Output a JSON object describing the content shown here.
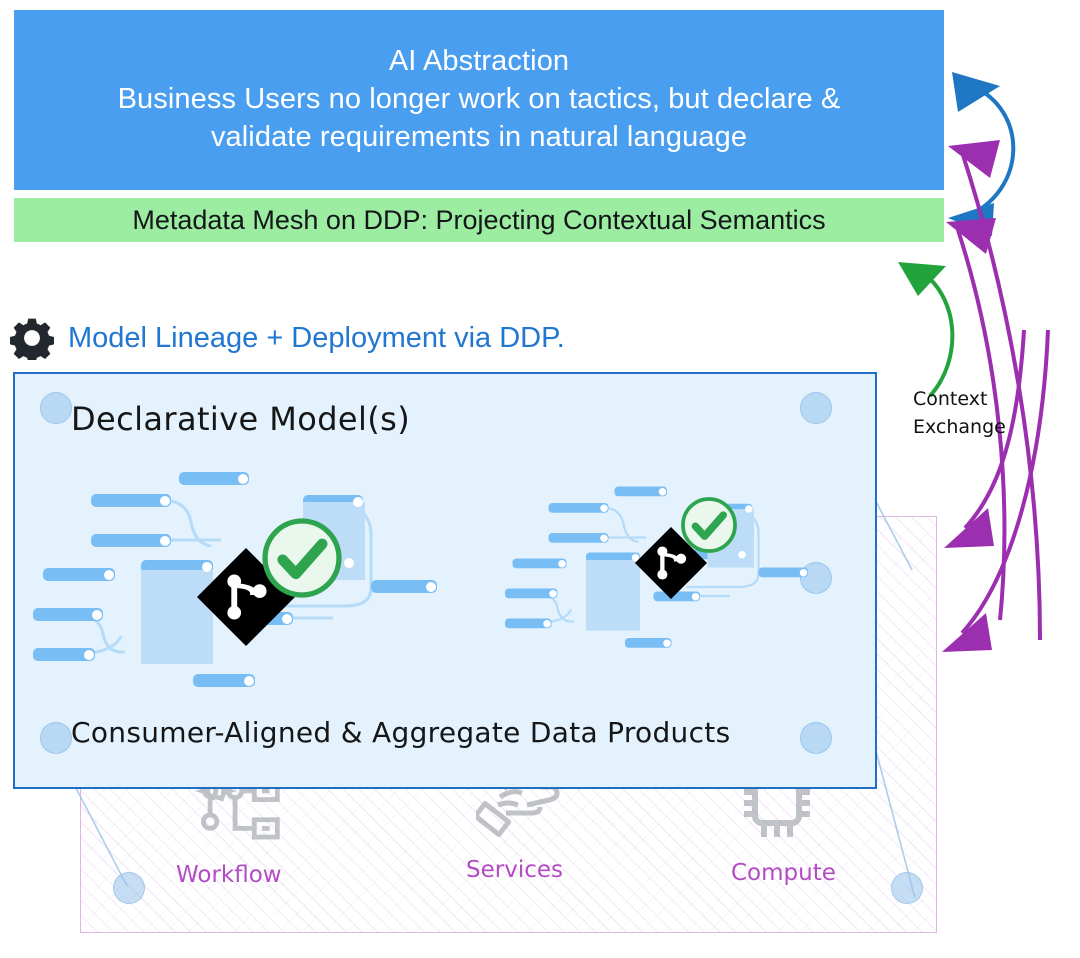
{
  "banners": {
    "ai": {
      "line1": "AI Abstraction",
      "line2": "Business Users no longer work on tactics, but declare &",
      "line3": "validate requirements in natural language",
      "bg": "#4a9ef0",
      "fg": "#ffffff"
    },
    "metadata": {
      "text": "Metadata Mesh on DDP: Projecting Contextual Semantics",
      "bg": "#9ceda2",
      "fg": "#14161a"
    }
  },
  "section": {
    "icon": "gear-icon",
    "title": "Model Lineage + Deployment via DDP.",
    "title_color": "#2176d2"
  },
  "model_box": {
    "title": "Declarative Model(s)",
    "footer": "Consumer-Aligned & Aggregate Data Products",
    "bg": "#e3f2fd",
    "border": "#1f6fc4"
  },
  "infrastructure": {
    "border": "#e0b4e4",
    "label_color": "#b34cc4",
    "items": [
      {
        "label": "Workflow",
        "icon": "workflow-nodes-icon"
      },
      {
        "label": "Services",
        "icon": "hand-service-icon"
      },
      {
        "label": "Compute",
        "icon": "cpu-chip-icon"
      }
    ]
  },
  "annotations": {
    "context_exchange_line1": "Context",
    "context_exchange_line2": "Exchange"
  },
  "colors": {
    "arrow_blue": "#1f77c4",
    "arrow_purple": "#9b2fb0",
    "arrow_green": "#23a33c",
    "check_green": "#2ea44f",
    "git_black": "#000000",
    "node_blue": "#79bdf5",
    "node_blue_soft": "#bcdcf8"
  }
}
